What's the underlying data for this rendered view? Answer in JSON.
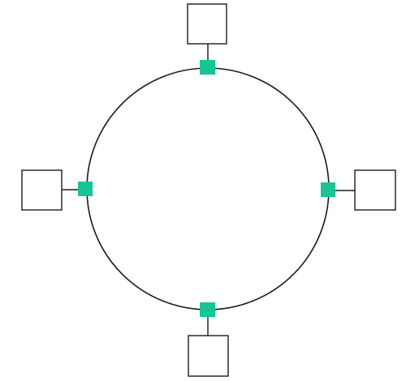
{
  "diagram": {
    "type": "ring-topology",
    "colors": {
      "background": "#ffffff",
      "stroke": "#1a1a1a",
      "port": "#17c495",
      "node_fill": "#ffffff"
    },
    "nodes": [
      {
        "id": "top",
        "label": ""
      },
      {
        "id": "left",
        "label": ""
      },
      {
        "id": "right",
        "label": ""
      },
      {
        "id": "bottom",
        "label": ""
      }
    ]
  }
}
